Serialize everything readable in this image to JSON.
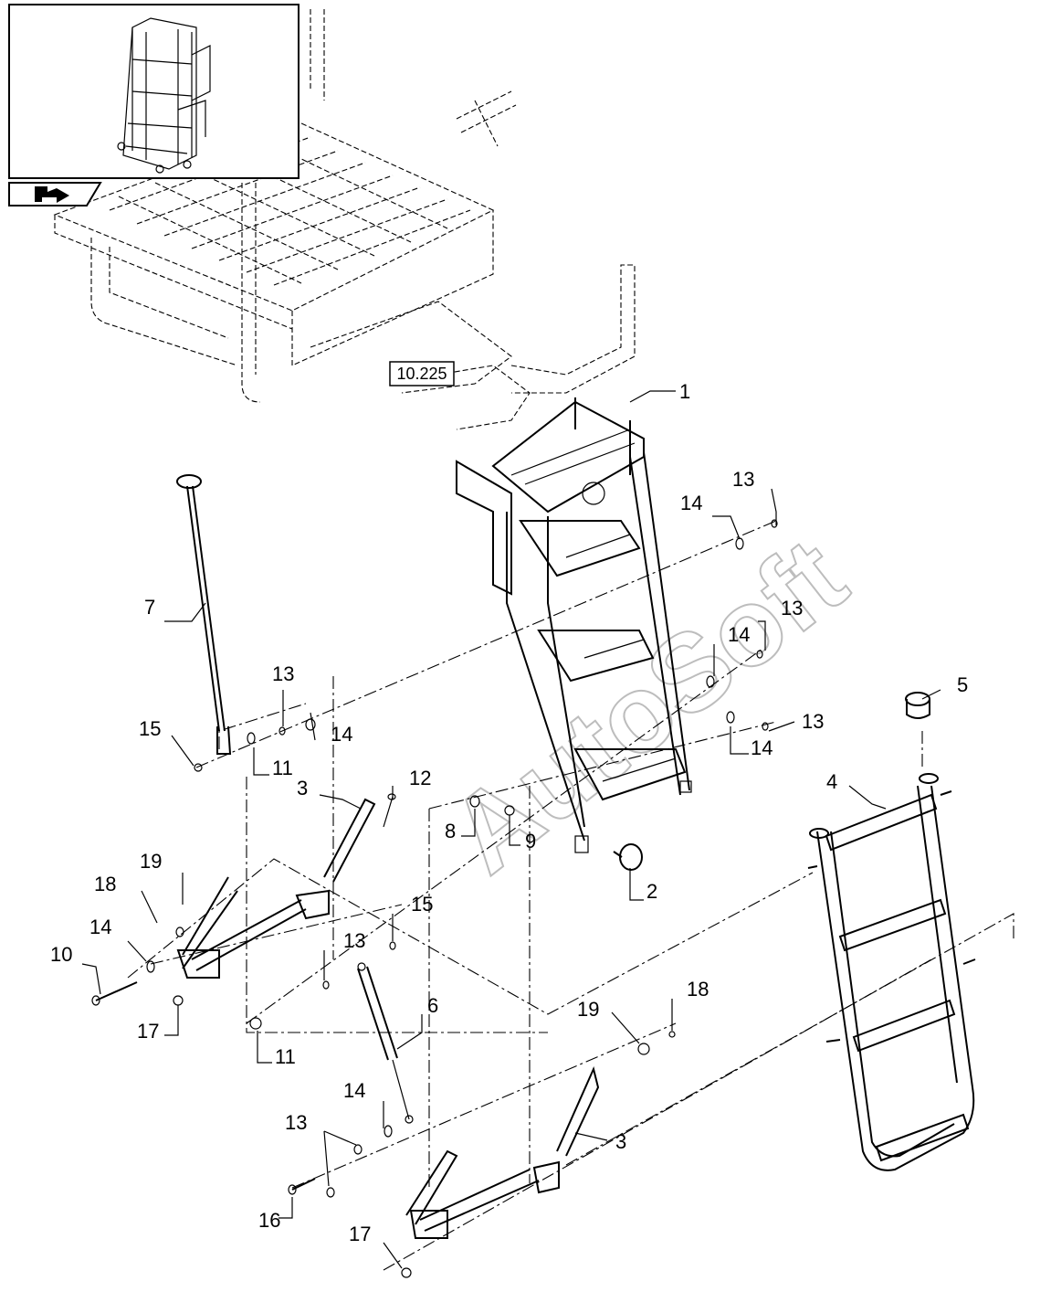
{
  "reference_label": "10.225",
  "watermark": "AutoSoft",
  "callouts": {
    "c1": "1",
    "c2": "2",
    "c3a": "3",
    "c3b": "3",
    "c4": "4",
    "c5": "5",
    "c6": "6",
    "c7": "7",
    "c8": "8",
    "c9": "9",
    "c10": "10",
    "c11a": "11",
    "c11b": "11",
    "c12": "12",
    "c13a": "13",
    "c13b": "13",
    "c13c": "13",
    "c13d": "13",
    "c13e": "13",
    "c13f": "13",
    "c14a": "14",
    "c14b": "14",
    "c14c": "14",
    "c14d": "14",
    "c14e": "14",
    "c14f": "14",
    "c15a": "15",
    "c15b": "15",
    "c16": "16",
    "c17a": "17",
    "c17b": "17",
    "c18a": "18",
    "c18b": "18",
    "c19a": "19",
    "c19b": "19"
  },
  "icons": {
    "thumbnail": "ladder-assembly-thumbnail",
    "nav": "arrow-navigation-icon"
  }
}
